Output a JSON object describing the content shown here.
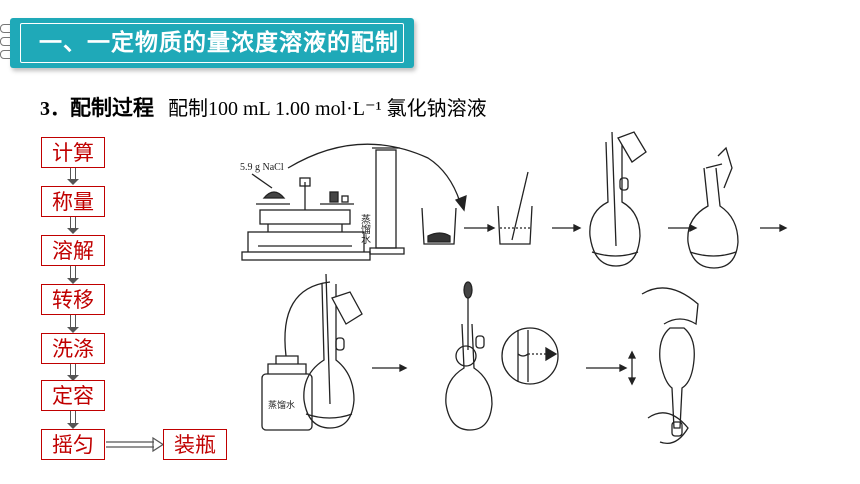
{
  "banner": {
    "title": "一、一定物质的量浓度溶液的配制"
  },
  "heading": {
    "number": "3．",
    "title": "配制过程",
    "subtitle": "配制100 mL 1.00 mol·L⁻¹ 氯化钠溶液"
  },
  "steps": [
    "计算",
    "称量",
    "溶解",
    "转移",
    "洗涤",
    "定容",
    "摇匀"
  ],
  "final_step": "装瓶",
  "figure": {
    "nacl_label": "5.9 g NaCl",
    "water_label_1": "蒸馏水",
    "water_label_2": "蒸馏水"
  }
}
